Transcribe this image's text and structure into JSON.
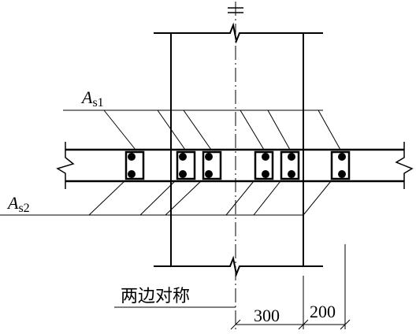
{
  "labels": {
    "as1_main": "A",
    "as1_sub": "s1",
    "as2_main": "A",
    "as2_sub": "s2",
    "symmetric_note": "两边对称"
  },
  "dimensions": {
    "dim_left": "300",
    "dim_right": "200"
  }
}
